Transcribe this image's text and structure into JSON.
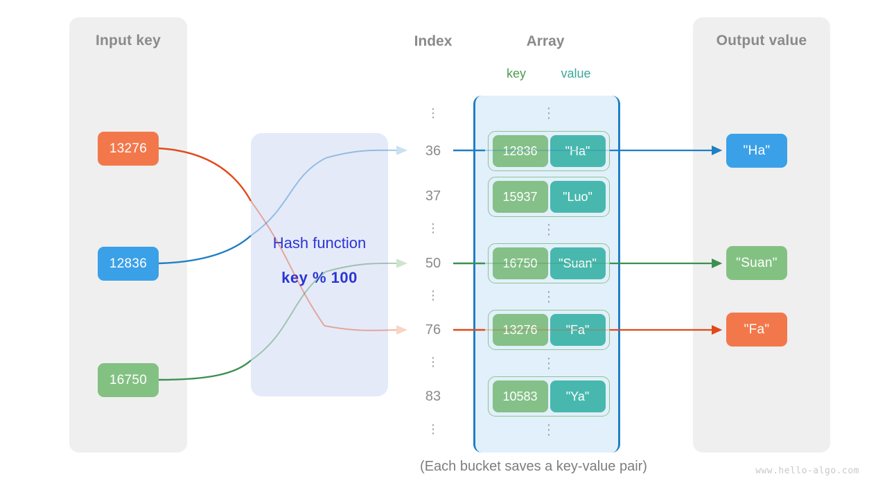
{
  "colors": {
    "orange": "#f2784b",
    "blue": "#3aa0e8",
    "green": "#83c183",
    "teal": "#48b8ae",
    "key_green": "#84c088",
    "panel_gray": "#efefef",
    "hash_bg": "#e5eaf9",
    "hash_text": "#2b35d4",
    "array_bg": "#e2f0fb",
    "array_border": "#1f7fc4",
    "label_gray": "#8a8a8a",
    "arrow_blue": "#1f7fc4",
    "arrow_green": "#3c8f4e",
    "arrow_orange": "#e04a18"
  },
  "input_panel": {
    "title": "Input key",
    "keys": [
      {
        "label": "13276",
        "color": "#f2784b"
      },
      {
        "label": "12836",
        "color": "#3aa0e8"
      },
      {
        "label": "16750",
        "color": "#83c183"
      }
    ]
  },
  "hash": {
    "title": "Hash function",
    "formula": "key % 100"
  },
  "headers": {
    "index": "Index",
    "array": "Array",
    "key": "key",
    "value": "value"
  },
  "index_column": [
    {
      "type": "dots",
      "label": "⋮"
    },
    {
      "type": "num",
      "label": "36"
    },
    {
      "type": "num",
      "label": "37"
    },
    {
      "type": "dots",
      "label": "⋮"
    },
    {
      "type": "num",
      "label": "50"
    },
    {
      "type": "dots",
      "label": "⋮"
    },
    {
      "type": "num",
      "label": "76"
    },
    {
      "type": "dots",
      "label": "⋮"
    },
    {
      "type": "num",
      "label": "83"
    },
    {
      "type": "dots",
      "label": "⋮"
    }
  ],
  "array_buckets": [
    {
      "key": "12836",
      "value": "\"Ha\"",
      "index": "36"
    },
    {
      "key": "15937",
      "value": "\"Luo\"",
      "index": "37"
    },
    {
      "key": "16750",
      "value": "\"Suan\"",
      "index": "50"
    },
    {
      "key": "13276",
      "value": "\"Fa\"",
      "index": "76"
    },
    {
      "key": "10583",
      "value": "\"Ya\"",
      "index": "83"
    }
  ],
  "output_panel": {
    "title": "Output value",
    "values": [
      {
        "label": "\"Ha\"",
        "color": "#3aa0e8"
      },
      {
        "label": "\"Suan\"",
        "color": "#83c183"
      },
      {
        "label": "\"Fa\"",
        "color": "#f2784b"
      }
    ]
  },
  "caption": "(Each bucket saves a key-value pair)",
  "watermark": "www.hello-algo.com"
}
